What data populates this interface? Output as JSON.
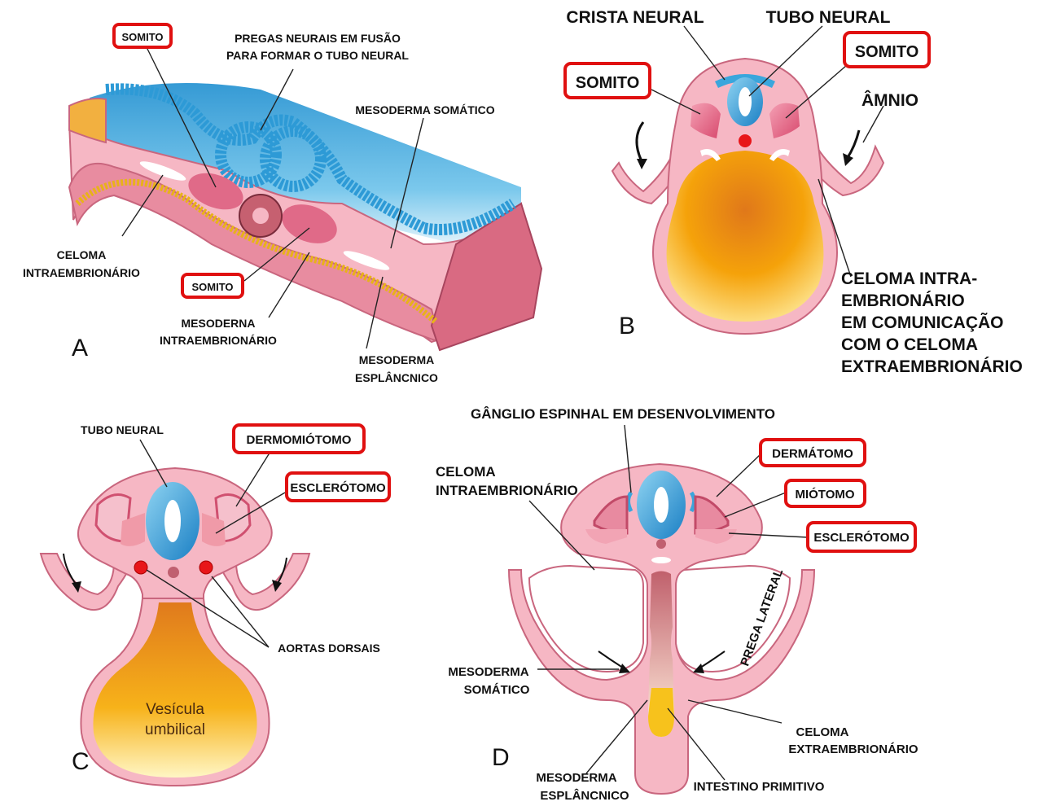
{
  "colors": {
    "tissue_pink": "#f6b7c4",
    "tissue_outline": "#c9667e",
    "neural_blue": "#3aa6dc",
    "somite_pink": "#e45f82",
    "yolk_orange": "#f5a20a",
    "highlight_red": "#e01010",
    "aorta_red": "#e8161a"
  },
  "panels": {
    "A": {
      "letter": "A",
      "labels": {
        "somito_top": "SOMITO",
        "pregas_1": "PREGAS NEURAIS EM FUSÃO",
        "pregas_2": "PARA FORMAR O TUBO NEURAL",
        "meso_somatico": "MESODERMA SOMÁTICO",
        "celoma_1": "CELOMA",
        "celoma_2": "INTRAEMBRIONÁRIO",
        "somito_bottom": "SOMITO",
        "meso_intra_1": "MESODERNA",
        "meso_intra_2": "INTRAEMBRIONÁRIO",
        "meso_espl_1": "MESODERMA",
        "meso_espl_2": "ESPLÂNCNICO"
      }
    },
    "B": {
      "letter": "B",
      "labels": {
        "crista": "CRISTA NEURAL",
        "tubo": "TUBO NEURAL",
        "somito_right": "SOMITO",
        "somito_left": "SOMITO",
        "amnio": "ÂMNIO",
        "celoma_1": "CELOMA INTRA-",
        "celoma_2": "EMBRIONÁRIO",
        "celoma_3": "EM COMUNICAÇÃO",
        "celoma_4": "COM O CELOMA",
        "celoma_5": "EXTRAEMBRIONÁRIO"
      }
    },
    "C": {
      "letter": "C",
      "labels": {
        "tubo": "TUBO NEURAL",
        "dermomiotomo": "DERMOMIÓTOMO",
        "esclerotomo": "ESCLERÓTOMO",
        "aortas": "AORTAS DORSAIS",
        "vesicula_1": "Vesícula",
        "vesicula_2": "umbilical"
      }
    },
    "D": {
      "letter": "D",
      "labels": {
        "ganglio": "GÂNGLIO ESPINHAL EM DESENVOLVIMENTO",
        "celoma_intra_1": "CELOMA",
        "celoma_intra_2": "INTRAEMBRIONÁRIO",
        "dermatomo": "DERMÁTOMO",
        "miotomo": "MIÓTOMO",
        "esclerotomo": "ESCLERÓTOMO",
        "prega": "PREGA LATERAL",
        "meso_somatico_1": "MESODERMA",
        "meso_somatico_2": "SOMÁTICO",
        "celoma_extra_1": "CELOMA",
        "celoma_extra_2": "EXTRAEMBRIONÁRIO",
        "meso_espl_1": "MESODERMA",
        "meso_espl_2": "ESPLÂNCNICO",
        "intestino": "INTESTINO PRIMITIVO"
      }
    }
  }
}
